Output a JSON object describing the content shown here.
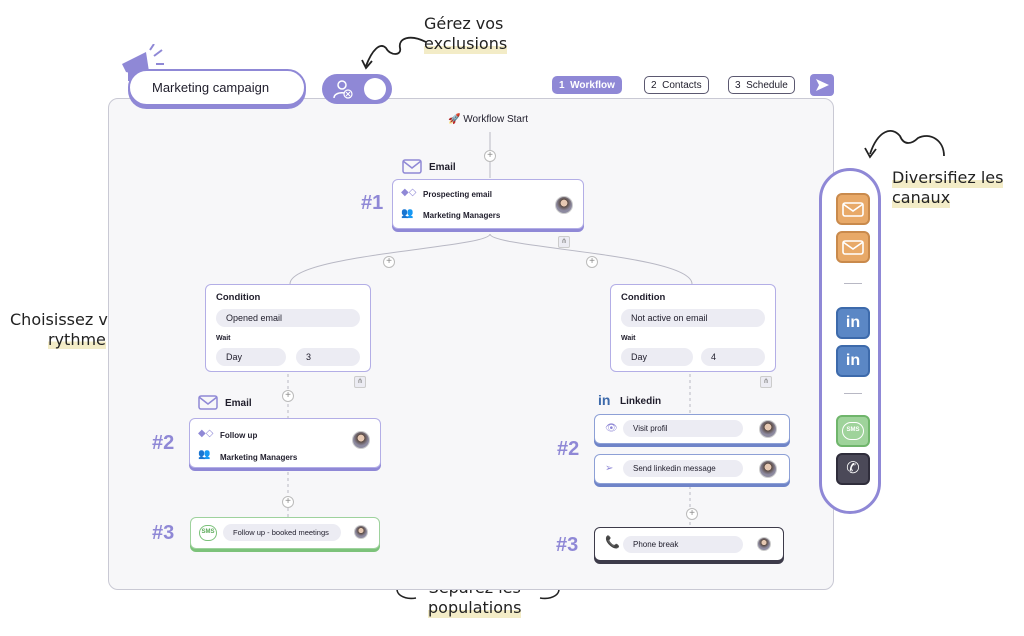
{
  "annotations": {
    "exclusions_line1": "Gérez vos",
    "exclusions_line2": "exclusions",
    "channels_line1": "Diversifiez les",
    "channels_line2": "canaux",
    "rhythm_line1": "Choisissez votre",
    "rhythm_line2": "rythme",
    "populations_line1": "Séparez les",
    "populations_line2": "populations"
  },
  "header": {
    "campaign_name": "Marketing campaign",
    "steps": [
      {
        "num": "1",
        "label": "Workflow",
        "active": true
      },
      {
        "num": "2",
        "label": "Contacts",
        "active": false
      },
      {
        "num": "3",
        "label": "Schedule",
        "active": false
      }
    ]
  },
  "workflow": {
    "start_label": "🚀 Workflow Start",
    "step1": {
      "number": "#1",
      "channel": "Email",
      "template": "Prospecting email",
      "audience": "Marketing Managers"
    },
    "left_branch": {
      "condition_title": "Condition",
      "condition_value": "Opened email",
      "wait_label": "Wait",
      "wait_unit": "Day",
      "wait_value": "3",
      "step2": {
        "number": "#2",
        "channel": "Email",
        "template": "Follow up",
        "audience": "Marketing Managers"
      },
      "step3": {
        "number": "#3",
        "channel_badge": "SMS",
        "message": "Follow up - booked meetings"
      }
    },
    "right_branch": {
      "condition_title": "Condition",
      "condition_value": "Not active on email",
      "wait_label": "Wait",
      "wait_unit": "Day",
      "wait_value": "4",
      "step2": {
        "number": "#2",
        "channel_icon": "in",
        "channel": "Linkedin",
        "action1": "Visit profil",
        "action2": "Send linkedin message"
      },
      "step3": {
        "number": "#3",
        "action": "Phone break"
      }
    }
  },
  "channels_rail": {
    "linkedin_label": "in",
    "sms_label": "SMS"
  },
  "colors": {
    "accent": "#8f88d6",
    "email": "#e8a968",
    "linkedin": "#5b87c5",
    "sms": "#9fd39b",
    "phone": "#4b4958"
  }
}
